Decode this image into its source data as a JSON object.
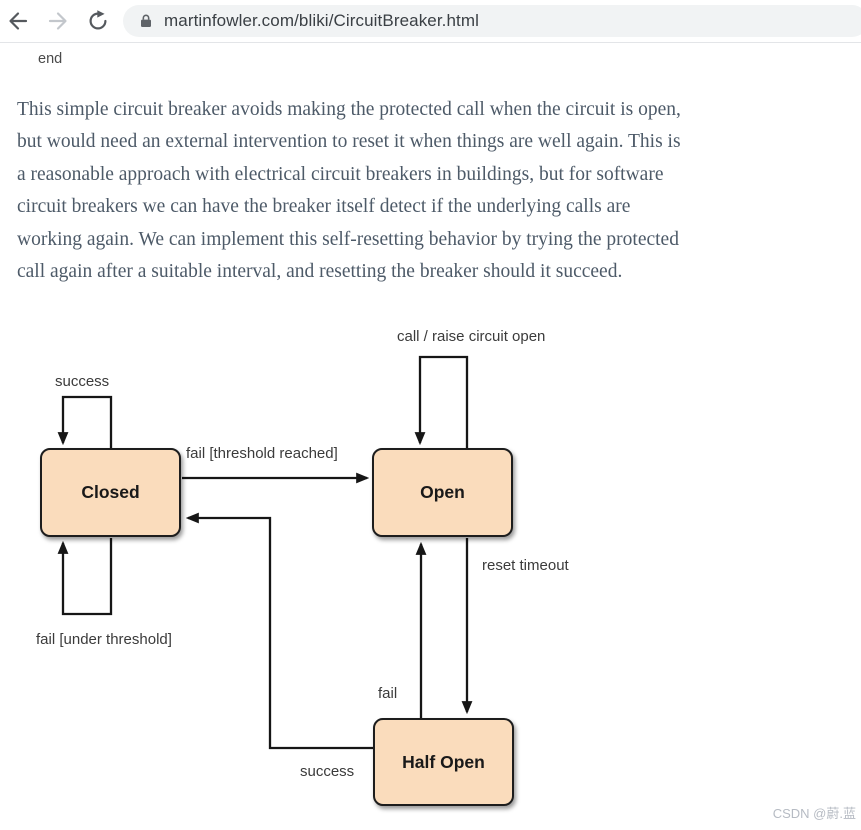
{
  "browser": {
    "url": "martinfowler.com/bliki/CircuitBreaker.html"
  },
  "page": {
    "end_label": "end",
    "paragraph_lines": [
      "This simple circuit breaker avoids making the protected call when the circuit is open,",
      "but would need an external intervention to reset it when things are well again. This is",
      "a reasonable approach with electrical circuit breakers in buildings, but for software",
      "circuit breakers we can have the breaker itself detect if the underlying calls are",
      "working again. We can implement this self-resetting behavior by trying the protected",
      "call again after a suitable interval, and resetting the breaker should it succeed."
    ],
    "watermark": "CSDN @蔚.蓝"
  },
  "diagram": {
    "type": "state-diagram",
    "states": [
      {
        "id": "closed",
        "label": "Closed"
      },
      {
        "id": "open",
        "label": "Open"
      },
      {
        "id": "half_open",
        "label": "Half Open"
      }
    ],
    "transitions": [
      {
        "from": "closed",
        "to": "open",
        "label": "fail [threshold reached]"
      },
      {
        "from": "half_open",
        "to": "closed",
        "label": "success"
      },
      {
        "from": "closed",
        "to": "closed",
        "label": "success"
      },
      {
        "from": "closed",
        "to": "closed",
        "label": "fail [under threshold]"
      },
      {
        "from": "open",
        "to": "open",
        "label": "call / raise circuit open"
      },
      {
        "from": "open",
        "to": "half_open",
        "label": "reset timeout"
      },
      {
        "from": "half_open",
        "to": "open",
        "label": "fail"
      }
    ],
    "colors": {
      "state_fill": "#fadcbc",
      "state_border": "#1d1d1d",
      "edge": "#161616",
      "label": "#3b3b3b"
    }
  }
}
